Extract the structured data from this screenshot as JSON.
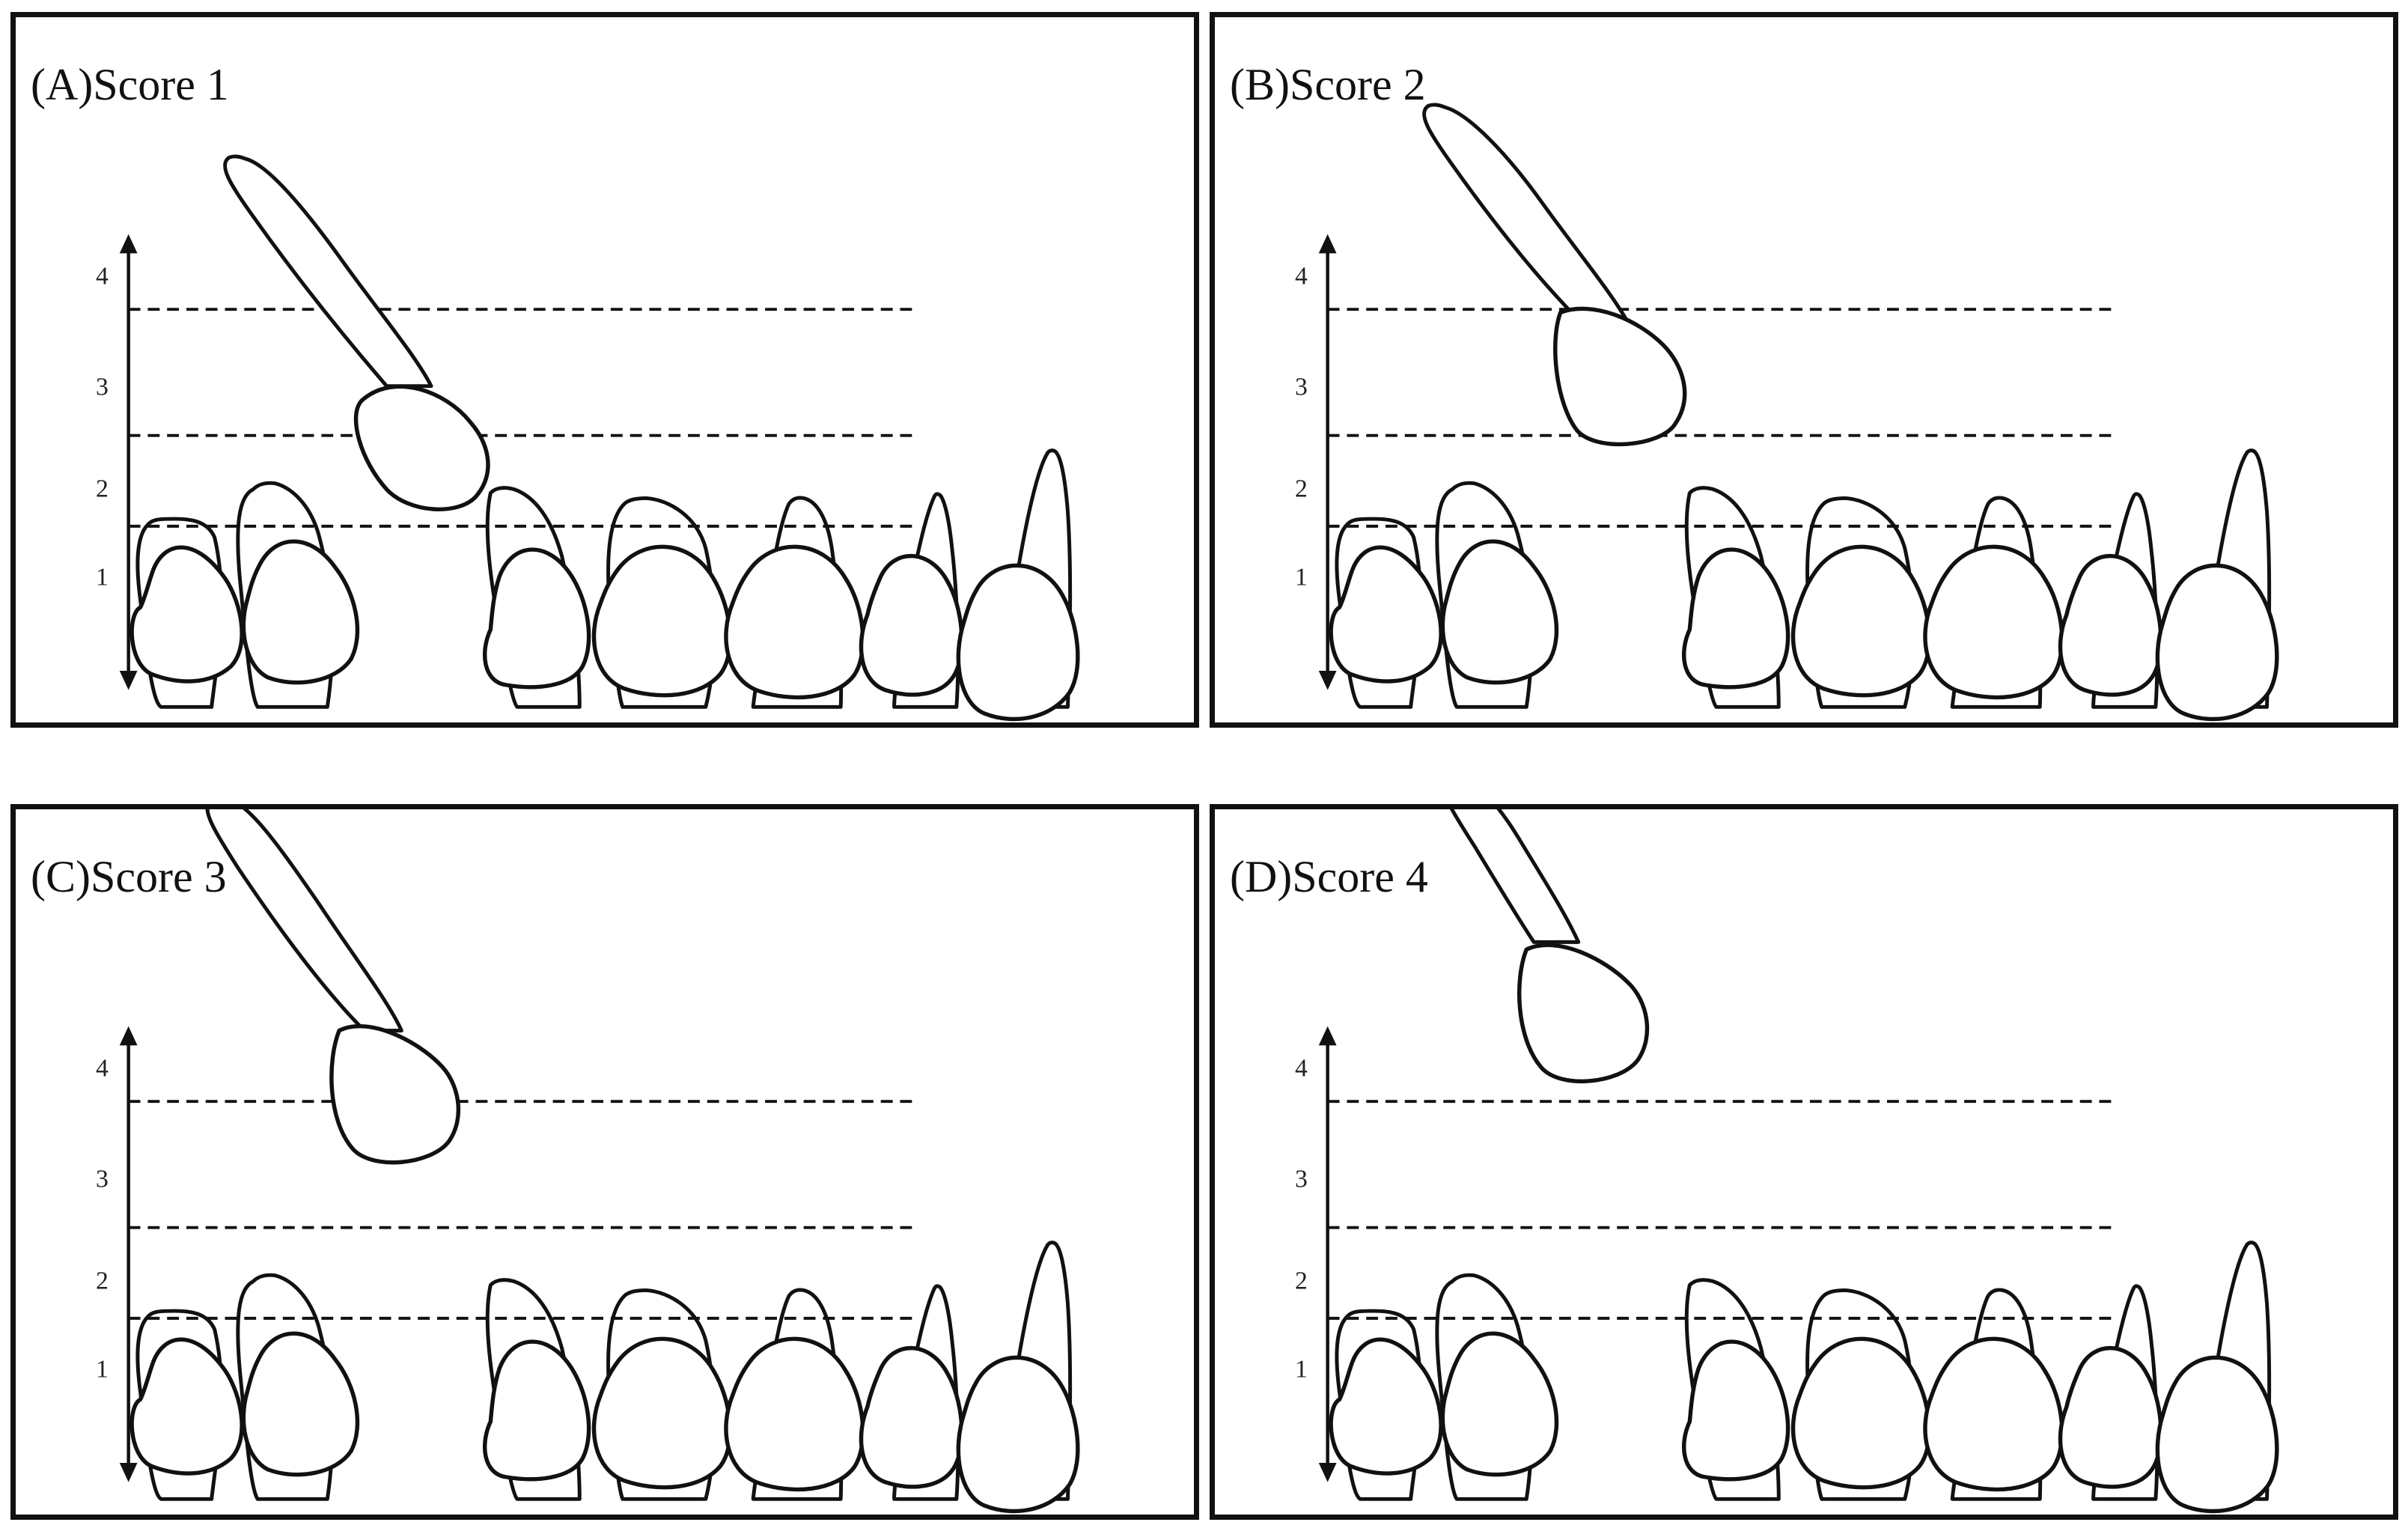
{
  "figure": {
    "panels": [
      {
        "id": "A",
        "title": "(A)Score 1",
        "score": 1,
        "level_labels": [
          "4",
          "3",
          "2",
          "1"
        ]
      },
      {
        "id": "B",
        "title": "(B)Score 2",
        "score": 2,
        "level_labels": [
          "4",
          "3",
          "2",
          "1"
        ]
      },
      {
        "id": "C",
        "title": "(C)Score 3",
        "score": 3,
        "level_labels": [
          "4",
          "3",
          "2",
          "1"
        ]
      },
      {
        "id": "D",
        "title": "(D)Score 4",
        "score": 4,
        "level_labels": [
          "4",
          "3",
          "2",
          "1"
        ]
      }
    ]
  }
}
